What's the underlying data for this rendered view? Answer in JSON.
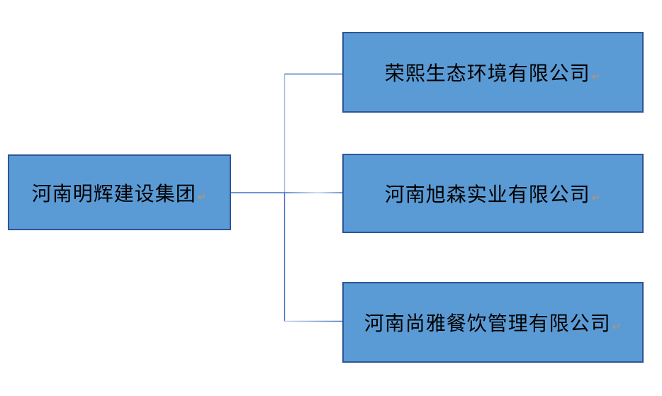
{
  "diagram": {
    "type": "org-chart",
    "root": {
      "label": "河南明辉建设集团",
      "return_mark": "↵"
    },
    "children": [
      {
        "label": "荣熙生态环境有限公司",
        "return_mark": "↵"
      },
      {
        "label": "河南旭森实业有限公司",
        "return_mark": "↵"
      },
      {
        "label": "河南尚雅餐饮管理有限公司",
        "return_mark": "↵"
      }
    ]
  },
  "colors": {
    "canvas_bg": "#ffffff",
    "box_fill": "#5B9BD5",
    "box_border": "#2F5597",
    "text_color": "#000000",
    "return_mark_color": "#BA9668",
    "connector": "#4472C4",
    "connector_light": "#A4B9DE",
    "connector_pale": "#C6D4EC"
  }
}
